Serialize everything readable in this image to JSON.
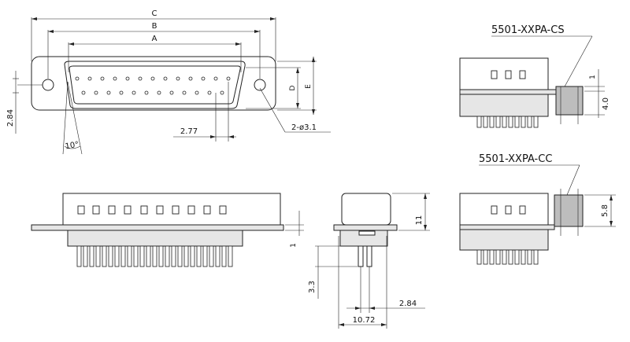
{
  "labels": {
    "dim_c": "C",
    "dim_b": "B",
    "dim_a": "A",
    "dim_d": "D",
    "dim_e": "E",
    "dim_2_84_left": "2.84",
    "dim_2_77": "2.77",
    "dim_hole": "2-ø3.1",
    "dim_angle": "10°",
    "dim_11": "11",
    "dim_1_side": "1",
    "dim_3_3": "3.3",
    "dim_2_84_bottom": "2.84",
    "dim_10_72": "10.72",
    "part_cs": "5501-XXPA-CS",
    "part_cc": "5501-XXPA-CC",
    "dim_1_cs": "1",
    "dim_4_0": "4.0",
    "dim_5_8": "5.8"
  }
}
